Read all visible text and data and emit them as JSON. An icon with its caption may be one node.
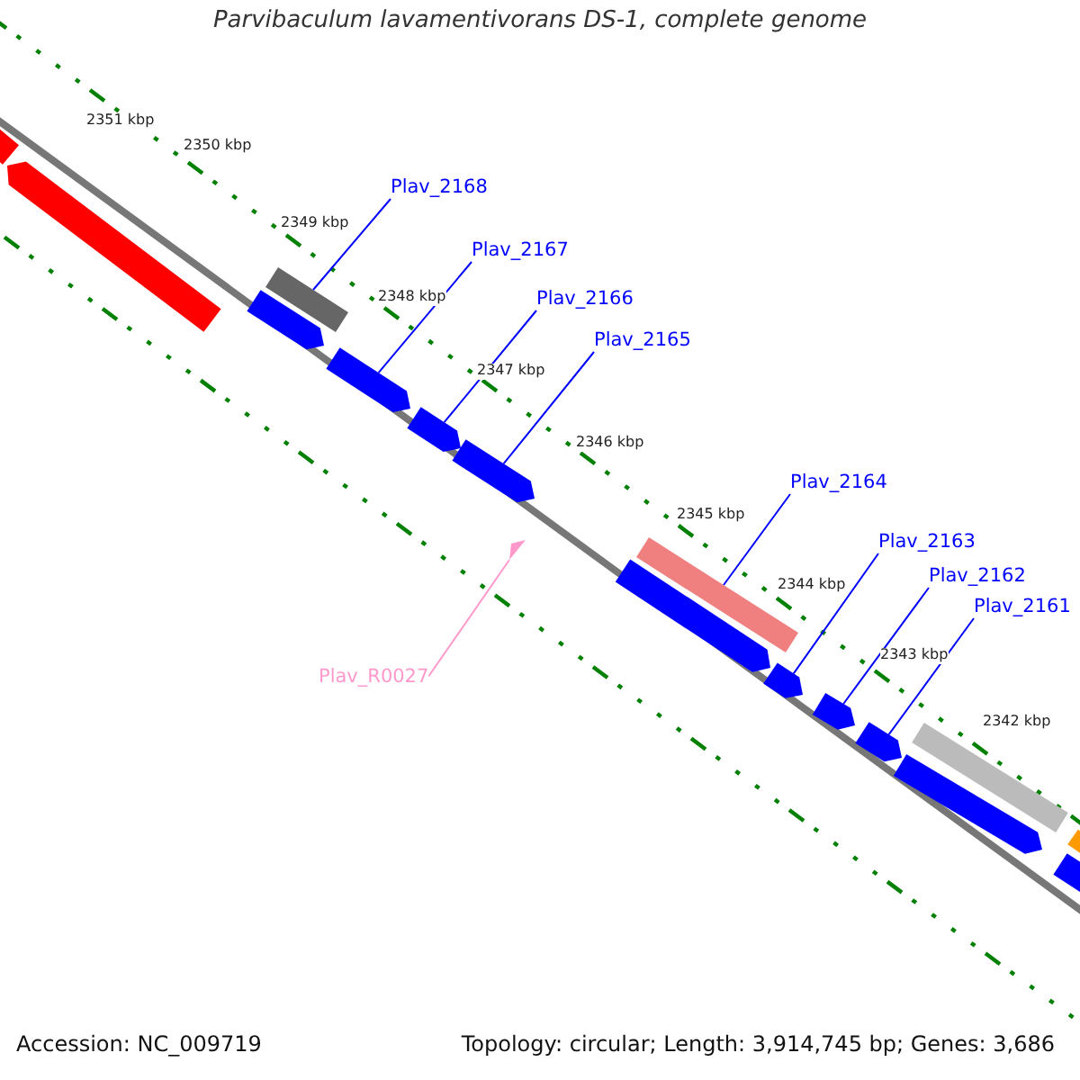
{
  "diagram": {
    "title": "Parvibaculum lavamentivorans DS-1, complete genome",
    "nodes": [
      {
        "text": [
          "Plav_2168"
        ]
      },
      {
        "text": [
          "Plav_2167"
        ]
      },
      {
        "text": [
          "Plav_2166"
        ]
      },
      {
        "text": [
          "Plav_2165"
        ]
      },
      {
        "text": [
          "Plav_2164"
        ]
      },
      {
        "text": [
          "Plav_2163"
        ]
      },
      {
        "text": [
          "Plav_2162"
        ]
      },
      {
        "text": [
          "Plav_2161"
        ]
      },
      {
        "text": [
          "Plav_R0027"
        ]
      },
      {
        "text": [],
        "shape": "bar"
      },
      {
        "text": [],
        "shape": "bar"
      },
      {
        "text": [],
        "shape": "bar"
      },
      {
        "text": [],
        "shape": "bar"
      },
      {
        "text": [],
        "shape": "bar"
      },
      {
        "text": [],
        "shape": "bar"
      },
      {
        "text": [],
        "shape": "bar"
      },
      {
        "text": [],
        "shape": "triangle"
      },
      {
        "text": [],
        "shape": "bar"
      },
      {
        "text": [],
        "shape": "bar"
      },
      {
        "text": [],
        "shape": "bar"
      },
      {
        "text": [],
        "shape": "bar"
      },
      {
        "text": [],
        "shape": "bar"
      },
      {
        "text": [],
        "shape": "bar"
      },
      {
        "text": [],
        "shape": "bar"
      },
      {
        "text": [],
        "shape": "bar"
      },
      {
        "text": [],
        "shape": "bar"
      }
    ],
    "edges": [
      {
        "from": 0,
        "to": 11,
        "arrow": "none"
      },
      {
        "from": 1,
        "to": 13,
        "arrow": "none"
      },
      {
        "from": 2,
        "to": 14,
        "arrow": "none"
      },
      {
        "from": 3,
        "to": 15,
        "arrow": "none"
      },
      {
        "from": 4,
        "to": 17,
        "arrow": "none"
      },
      {
        "from": 5,
        "to": 19,
        "arrow": "none"
      },
      {
        "from": 6,
        "to": 20,
        "arrow": "none"
      },
      {
        "from": 7,
        "to": 21,
        "arrow": "none"
      },
      {
        "from": 8,
        "to": 16,
        "arrow": "none",
        "color": "#ff99cc"
      }
    ],
    "labels": [
      "2351 kbp",
      "2350 kbp",
      "2349 kbp",
      "2348 kbp",
      "2347 kbp",
      "2346 kbp",
      "2345 kbp",
      "2344 kbp",
      "2343 kbp",
      "2342 kbp",
      "Accession: NC_009719",
      "Topology: circular; Length: 3,914,745 bp; Genes: 3,686"
    ]
  }
}
